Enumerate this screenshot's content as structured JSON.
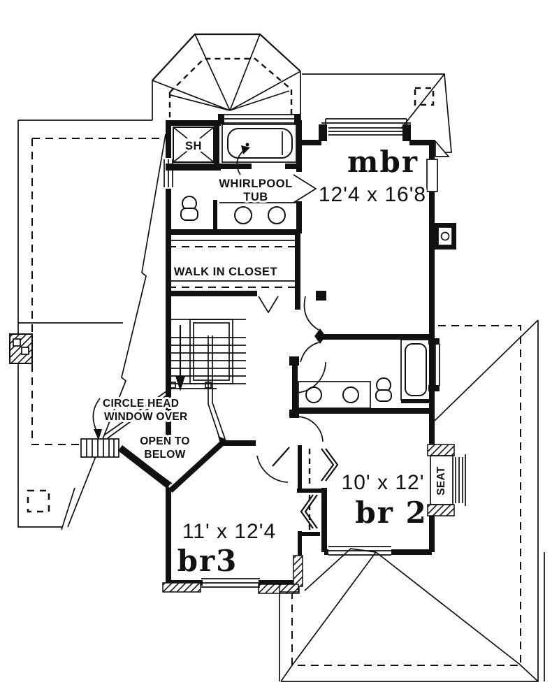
{
  "colors": {
    "ink": "#111111",
    "paper": "#ffffff"
  },
  "labels": {
    "shower": "SH",
    "whirlpool_line1": "WHIRLPOOL",
    "whirlpool_line2": "TUB",
    "walk_in_closet": "WALK IN CLOSET",
    "circle_head_line1": "CIRCLE HEAD",
    "circle_head_line2": "WINDOW OVER",
    "open_to_below_line1": "OPEN TO",
    "open_to_below_line2": "BELOW",
    "seat": "SEAT"
  },
  "rooms": {
    "master_bedroom": {
      "name": "mbr",
      "dims": "12'4 x 16'8"
    },
    "bedroom_2": {
      "name": "br 2",
      "dims": "10' x 12'"
    },
    "bedroom_3": {
      "name": "br3",
      "dims": "11' x 12'4"
    }
  }
}
